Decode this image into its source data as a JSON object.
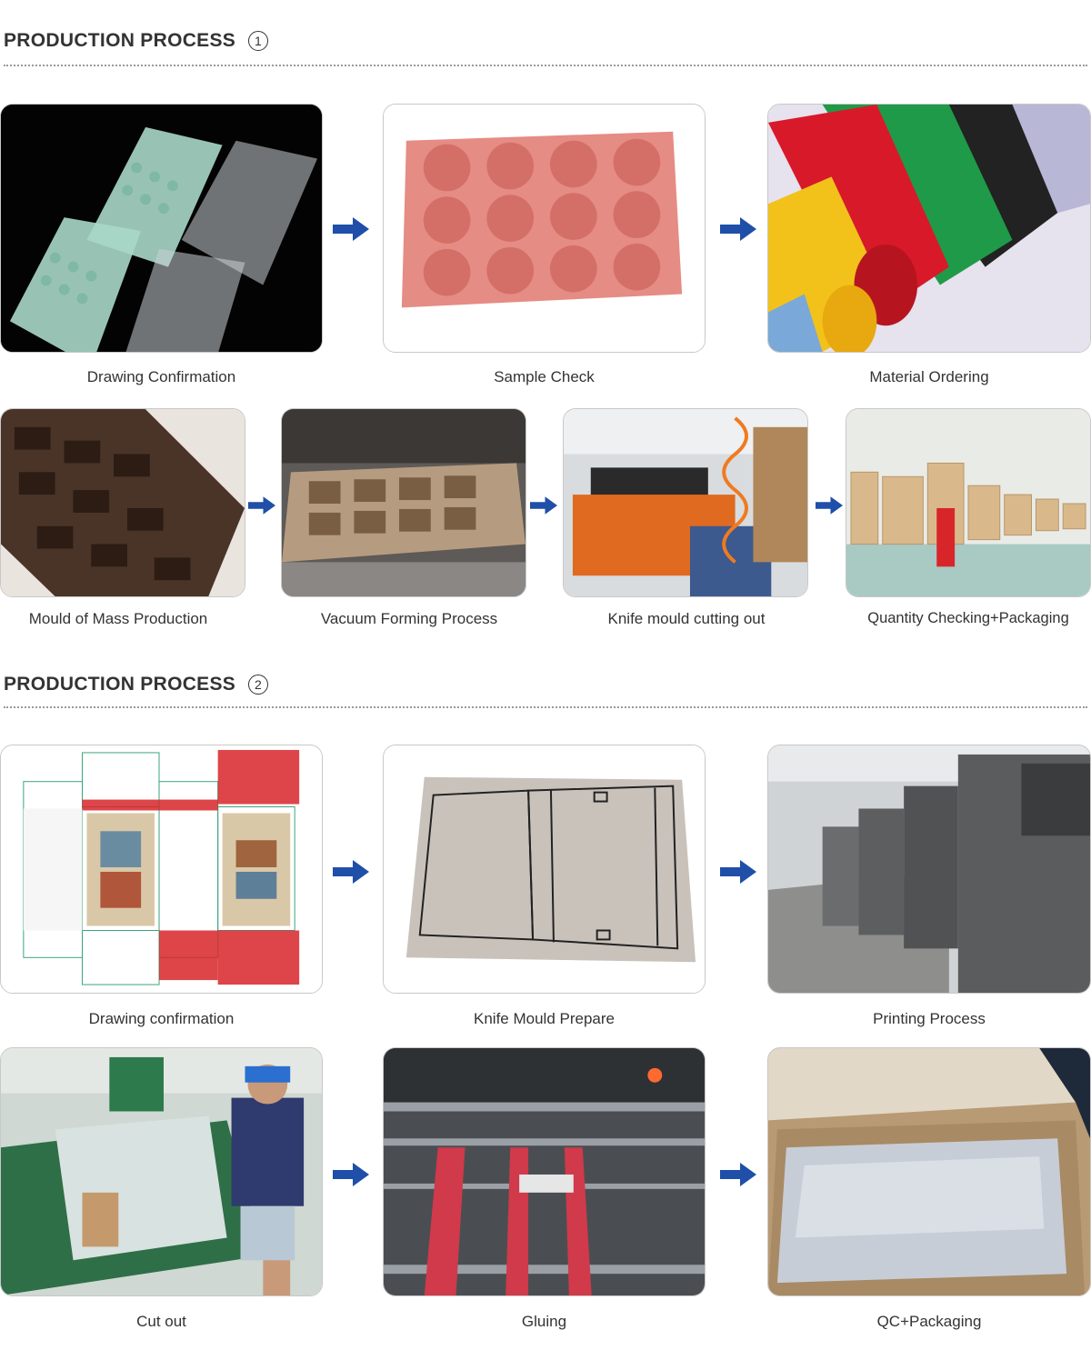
{
  "sections": [
    {
      "title": "PRODUCTION PROCESS",
      "number": "1",
      "steps": [
        "Drawing Confirmation",
        "Sample Check",
        "Material Ordering",
        "Mould of Mass Production",
        "Vacuum Forming Process",
        "Knife mould cutting out",
        "Quantity Checking+Packaging"
      ]
    },
    {
      "title": "PRODUCTION PROCESS",
      "number": "2",
      "steps": [
        "Drawing confirmation",
        "Knife Mould Prepare",
        "Printing Process",
        "Cut out",
        "Gluing",
        "QC+Packaging"
      ]
    }
  ],
  "colors": {
    "arrow": "#1f4fa8",
    "heading": "#333333",
    "tile_border": "#c8c8c8"
  },
  "icons": {
    "arrow": "right-arrow-icon",
    "step_number": "circled-number-icon"
  }
}
